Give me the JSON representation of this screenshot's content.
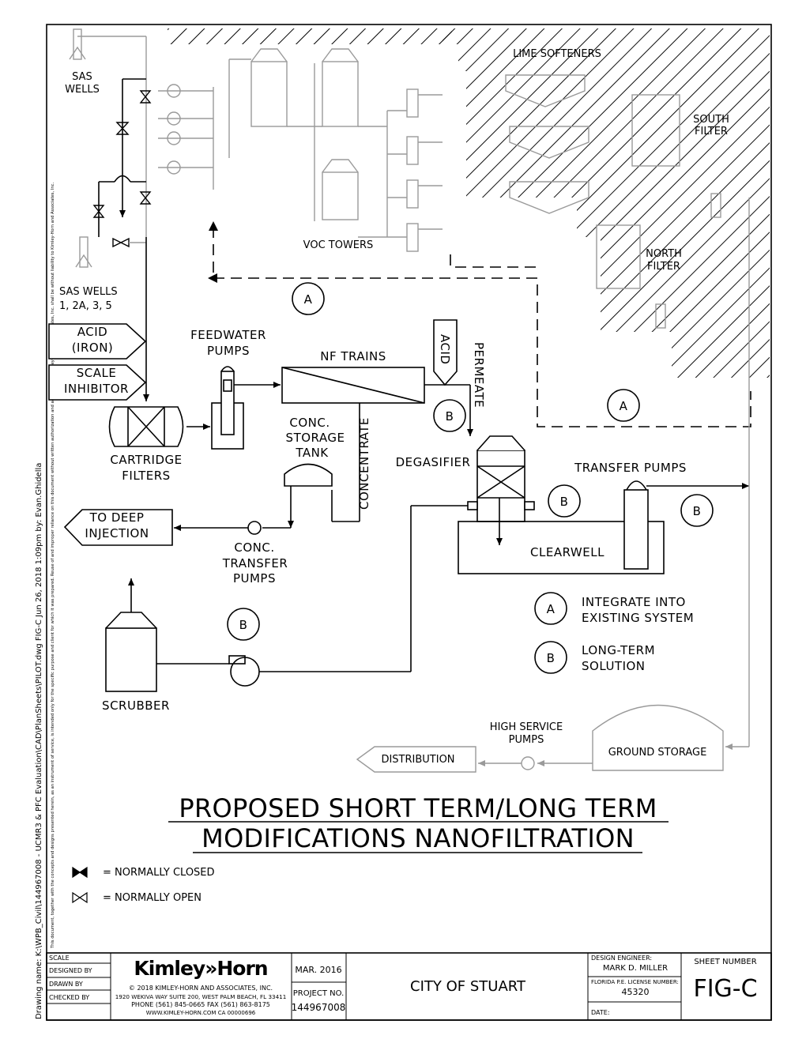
{
  "labels": {
    "sas_wells_top": [
      "SAS",
      "WELLS"
    ],
    "lime_softeners": "LIME SOFTENERS",
    "south_filter": [
      "SOUTH",
      "FILTER"
    ],
    "north_filter": [
      "NORTH",
      "FILTER"
    ],
    "voc_towers": "VOC TOWERS",
    "sas_wells_bottom": [
      "SAS WELLS",
      "1, 2A, 3, 5"
    ],
    "acid_iron": [
      "ACID",
      "(IRON)"
    ],
    "scale_inhibitor": [
      "SCALE",
      "INHIBITOR"
    ],
    "feedwater_pumps": [
      "FEEDWATER",
      "PUMPS"
    ],
    "nf_trains": "NF TRAINS",
    "acid": "ACID",
    "permeate": "PERMEATE",
    "cartridge_filters": [
      "CARTRIDGE",
      "FILTERS"
    ],
    "conc_storage_tank": [
      "CONC.",
      "STORAGE",
      "TANK"
    ],
    "concentrate": "CONCENTRATE",
    "degasifier": "DEGASIFIER",
    "transfer_pumps": "TRANSFER PUMPS",
    "to_deep_injection": [
      "TO DEEP",
      "INJECTION"
    ],
    "conc_transfer_pumps": [
      "CONC.",
      "TRANSFER",
      "PUMPS"
    ],
    "clearwell": "CLEARWELL",
    "scrubber": "SCRUBBER",
    "high_service_pumps": [
      "HIGH SERVICE",
      "PUMPS"
    ],
    "ground_storage": "GROUND STORAGE",
    "distribution": "DISTRIBUTION"
  },
  "callouts": {
    "a": "A",
    "b": "B"
  },
  "legend": {
    "a_text": [
      "INTEGRATE INTO",
      "EXISTING SYSTEM"
    ],
    "b_text": [
      "LONG-TERM",
      "SOLUTION"
    ],
    "normally_closed": "= NORMALLY CLOSED",
    "normally_open": "= NORMALLY OPEN"
  },
  "title": [
    "PROPOSED SHORT TERM/LONG TERM",
    "MODIFICATIONS NANOFILTRATION"
  ],
  "title_block": {
    "row_labels": [
      "SCALE",
      "DESIGNED BY",
      "DRAWN BY",
      "CHECKED BY"
    ],
    "logo": "Kimley»Horn",
    "copyright": "© 2018 KIMLEY-HORN AND ASSOCIATES, INC.",
    "address": "1920 WEKIVA WAY SUITE 200, WEST PALM BEACH, FL 33411",
    "phone": "PHONE (561) 845-0665  FAX (561) 863-8175",
    "web": "WWW.KIMLEY-HORN.COM    CA 00000696",
    "date": "MAR. 2016",
    "project_no_label": "PROJECT NO.",
    "project_no": "144967008",
    "client": "CITY OF STUART",
    "design_engineer_label": "DESIGN ENGINEER:",
    "design_engineer": "MARK D. MILLER",
    "license_label": "FLORIDA P.E. LICENSE NUMBER:",
    "license": "45320",
    "date_label": "DATE:",
    "sheet_number_label": "SHEET NUMBER",
    "sheet_number": "FIG-C"
  },
  "margin": {
    "drawing_name": "Drawing name: K:\\WPB_Civil\\144967008 - UCMR3 & PFC Evaluation\\CAD\\PlanSheets\\PILOT.dwg   FIG-C   Jun 26, 2018  1:09pm   by: Evan.Ghidella",
    "disclaimer": "This document, together with the concepts and designs presented herein, as an instrument of service, is intended only for the specific purpose and client for which it was prepared. Reuse of and improper reliance on this document without written authorization and adaptation by Kimley-Horn and Associates, Inc. shall be without liability to Kimley-Horn and Associates, Inc."
  }
}
